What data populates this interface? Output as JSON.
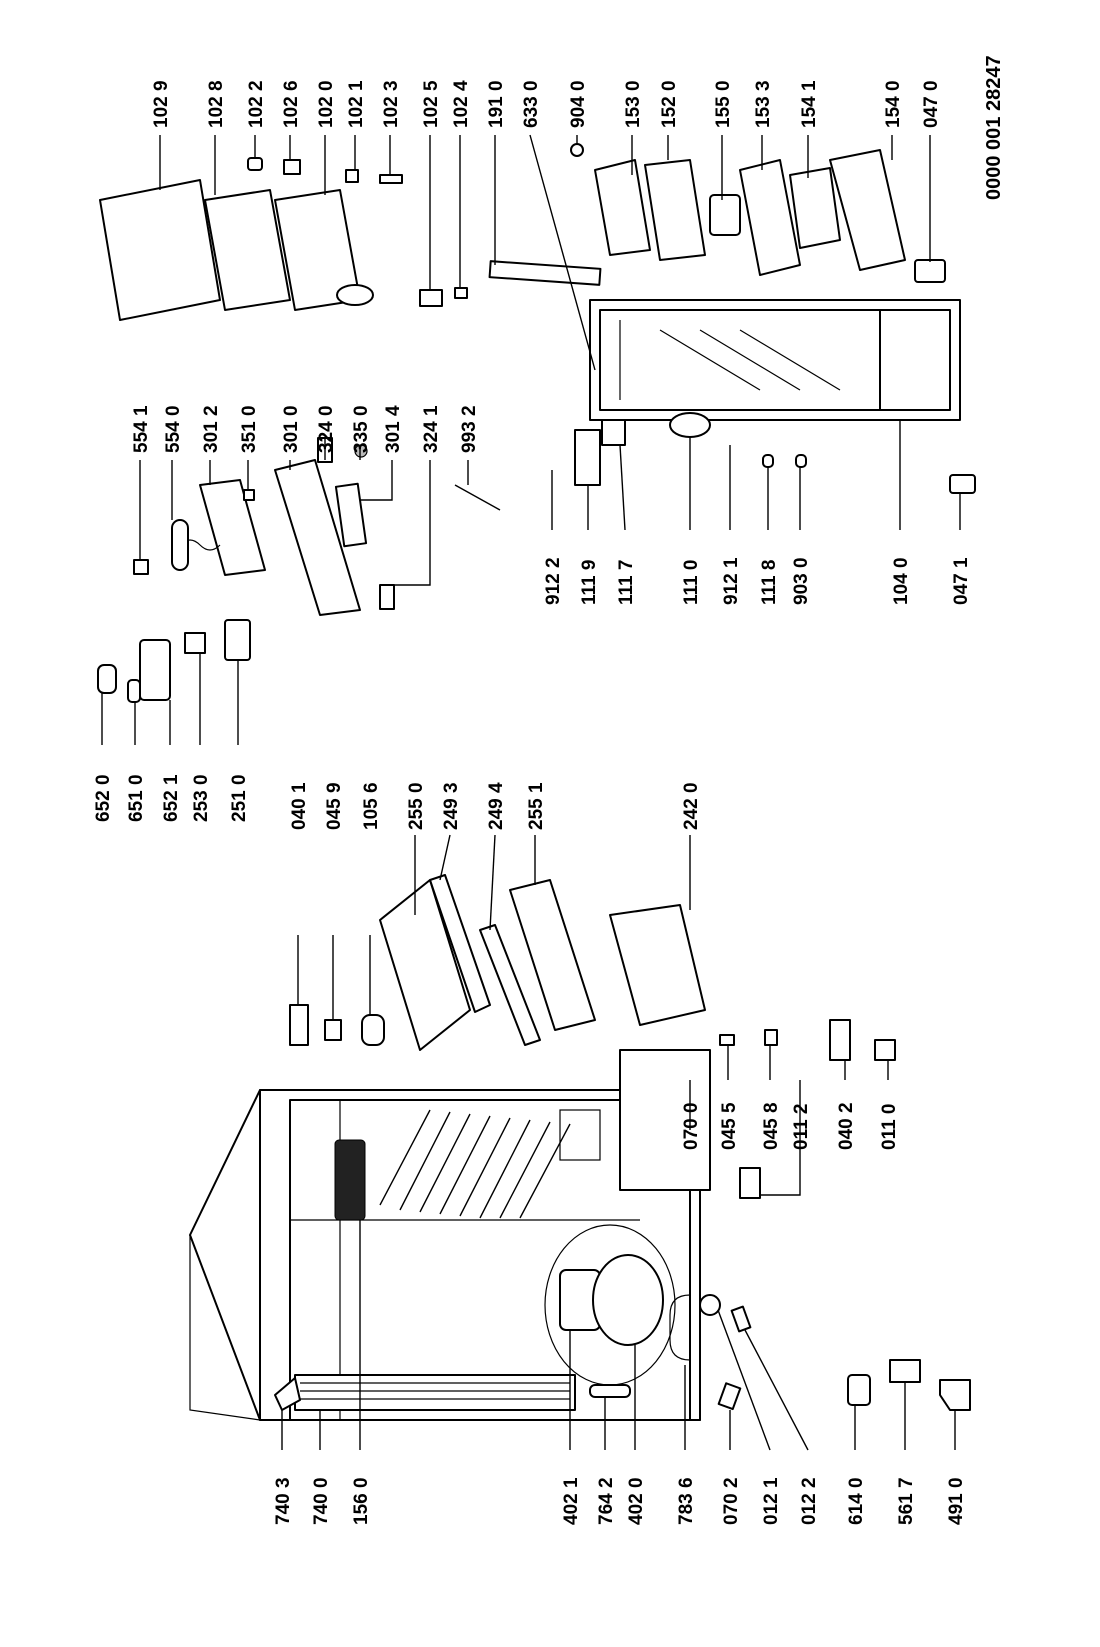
{
  "document_number": "0000 001 28247",
  "labels": {
    "p1029": "102 9",
    "p1028": "102 8",
    "p1022": "102 2",
    "p1026": "102 6",
    "p1020": "102 0",
    "p1021": "102 1",
    "p1023": "102 3",
    "p1025": "102 5",
    "p1024": "102 4",
    "p1910": "191 0",
    "p6330": "633 0",
    "p9040": "904 0",
    "p1530": "153 0",
    "p1520": "152 0",
    "p1550": "155 0",
    "p1533": "153 3",
    "p1541": "154 1",
    "p1540": "154 0",
    "p0470": "047 0",
    "p5541": "554 1",
    "p5540": "554 0",
    "p3012": "301 2",
    "p3510": "351 0",
    "p3010": "301 0",
    "p3240": "324 0",
    "p3350": "335 0",
    "p3014": "301 4",
    "p3241": "324 1",
    "p9932": "993 2",
    "p9122": "912 2",
    "p1119": "111 9",
    "p1117": "111 7",
    "p1110": "111 0",
    "p9121": "912 1",
    "p1118": "111 8",
    "p9030": "903 0",
    "p1040": "104 0",
    "p0471": "047 1",
    "p6520": "652 0",
    "p6510": "651 0",
    "p6521": "652 1",
    "p2530": "253 0",
    "p2510": "251 0",
    "p0401": "040 1",
    "p0459": "045 9",
    "p1056": "105 6",
    "p2550": "255 0",
    "p2493": "249 3",
    "p2494": "249 4",
    "p2551": "255 1",
    "p2420": "242 0",
    "p0700": "070 0",
    "p0455": "045 5",
    "p0458": "045 8",
    "p0112": "011 2",
    "p0402": "040 2",
    "p0110": "011 0",
    "p7403": "740 3",
    "p7400": "740 0",
    "p1560": "156 0",
    "p4021": "402 1",
    "p7642": "764 2",
    "p4020": "402 0",
    "p7836": "783 6",
    "p0702": "070 2",
    "p0121": "012 1",
    "p0122": "012 2",
    "p6140": "614 0",
    "p5617": "561 7",
    "p4910": "491 0"
  }
}
